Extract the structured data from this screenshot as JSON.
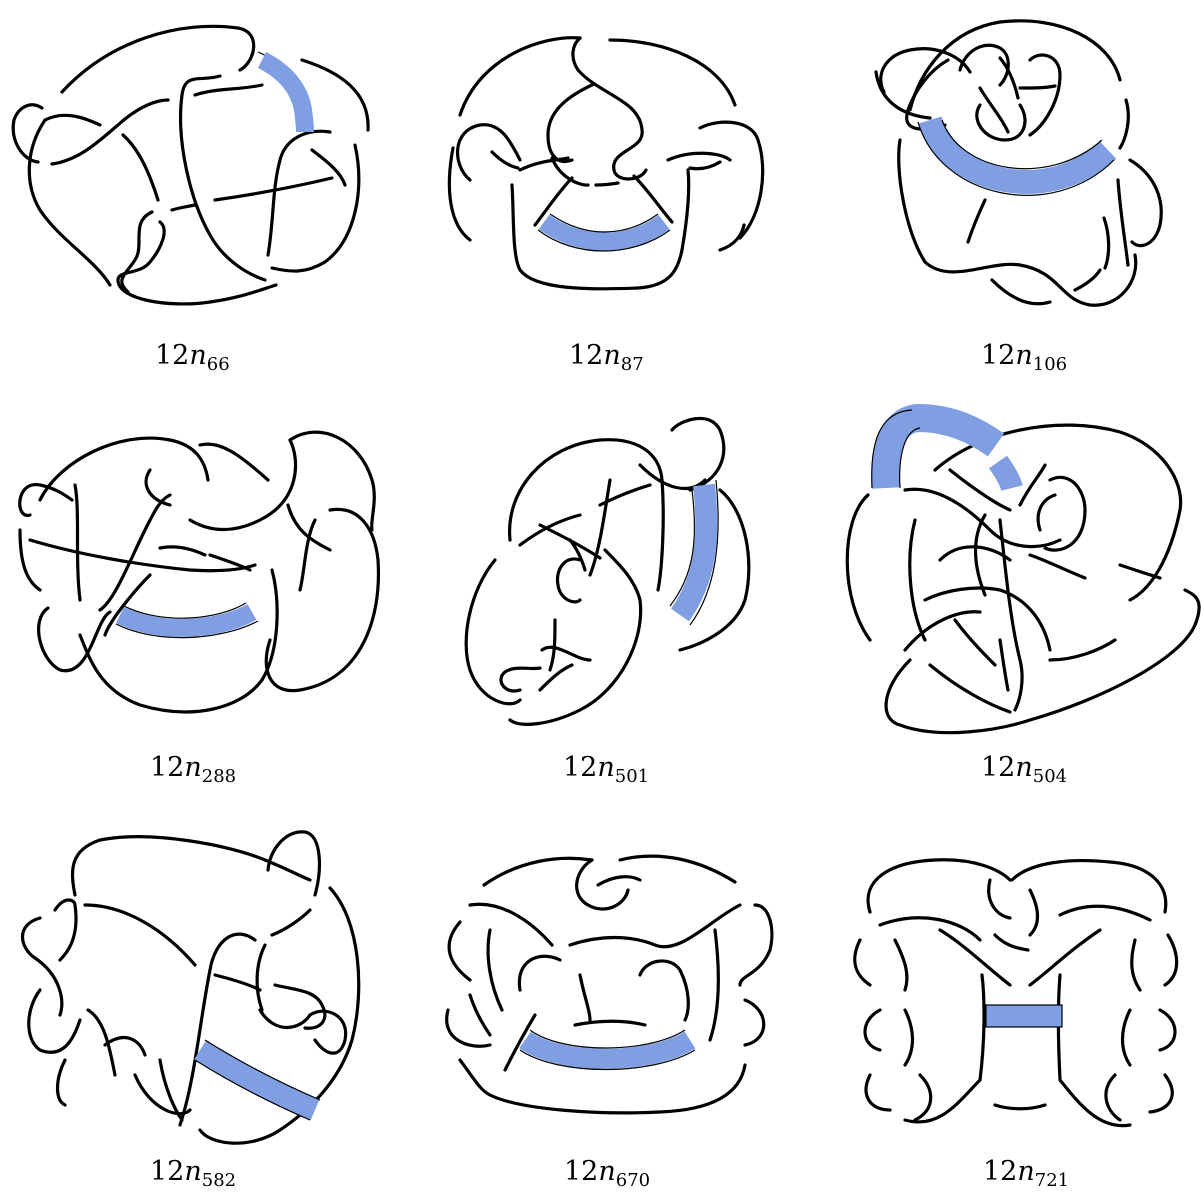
{
  "band_color": "#7f9fe2",
  "stroke_color": "#000000",
  "panels": [
    {
      "prefix": "12",
      "letter": "n",
      "index": "66"
    },
    {
      "prefix": "12",
      "letter": "n",
      "index": "87"
    },
    {
      "prefix": "12",
      "letter": "n",
      "index": "106"
    },
    {
      "prefix": "12",
      "letter": "n",
      "index": "288"
    },
    {
      "prefix": "12",
      "letter": "n",
      "index": "501"
    },
    {
      "prefix": "12",
      "letter": "n",
      "index": "504"
    },
    {
      "prefix": "12",
      "letter": "n",
      "index": "582"
    },
    {
      "prefix": "12",
      "letter": "n",
      "index": "670"
    },
    {
      "prefix": "12",
      "letter": "n",
      "index": "721"
    }
  ]
}
